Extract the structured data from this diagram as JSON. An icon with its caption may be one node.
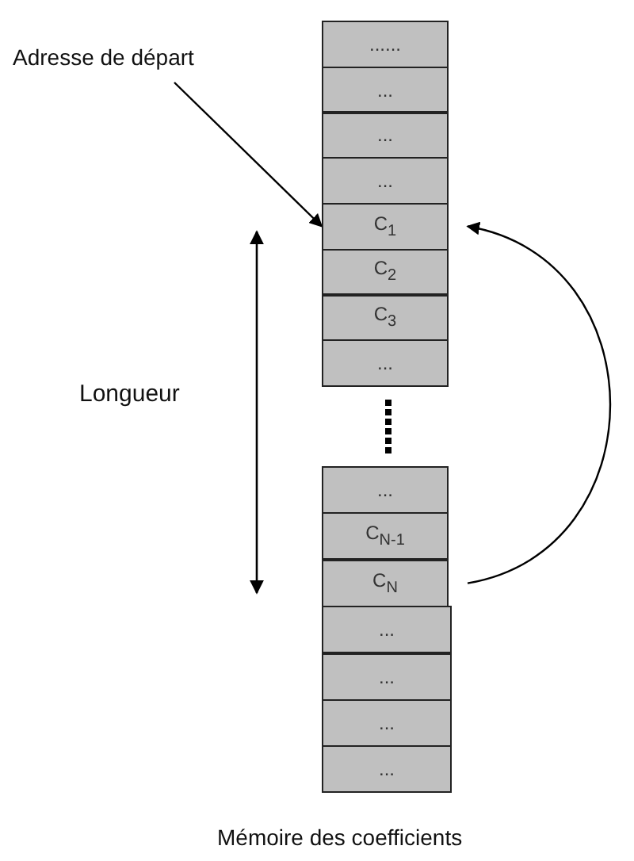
{
  "diagram": {
    "caption": "Mémoire des coefficients",
    "nodes": [
      {
        "text": [
          "Adresse de départ"
        ]
      },
      {
        "text": [
          "......"
        ]
      },
      {
        "text": [
          "..."
        ]
      },
      {
        "text": [
          "..."
        ]
      },
      {
        "text": [
          "..."
        ]
      },
      {
        "text": [
          "C$_{1}$"
        ]
      },
      {
        "text": [
          "C$_{2}$"
        ]
      },
      {
        "text": [
          "C$_{3}$"
        ]
      },
      {
        "text": [
          "..."
        ]
      },
      {
        "text": [
          "..."
        ]
      },
      {
        "text": [
          "C$_{N-1}$"
        ]
      },
      {
        "text": [
          "C$_{N}$"
        ]
      },
      {
        "text": [
          "..."
        ]
      },
      {
        "text": [
          "..."
        ]
      },
      {
        "text": [
          "..."
        ]
      },
      {
        "text": [
          "..."
        ]
      }
    ],
    "edges": [
      {
        "from": 0,
        "to": 5,
        "arrow": "to"
      },
      {
        "from": 11,
        "to": 5,
        "arrow": "to"
      }
    ],
    "labels": [
      "Longueur"
    ]
  }
}
